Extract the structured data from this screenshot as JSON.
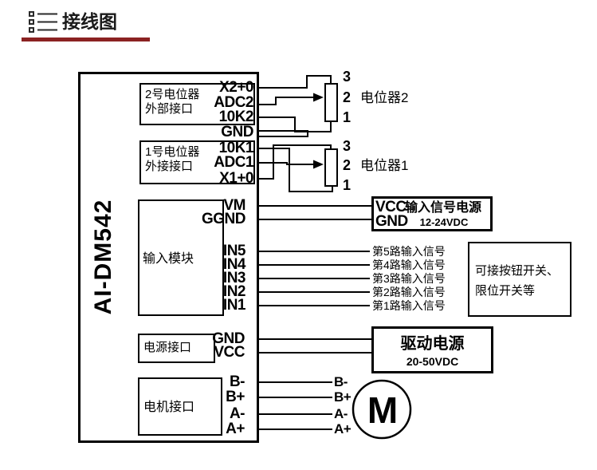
{
  "header": {
    "title": "接线图",
    "accent_color": "#8b2222",
    "icon": "list-icon"
  },
  "driver": {
    "model": "AI-DM542",
    "pot2_interface": {
      "line1": "2号电位器",
      "line2": "外部接口",
      "pins": [
        "X2+0",
        "ADC2",
        "10K2"
      ]
    },
    "gnd_pin": "GND",
    "pot1_interface": {
      "line1": "1号电位器",
      "line2": "外接接口",
      "pins": [
        "10K1",
        "ADC1",
        "X1+0"
      ]
    },
    "input_module": {
      "label": "输入模块",
      "pins": [
        "VM",
        "GGND",
        "IN5",
        "IN4",
        "IN3",
        "IN2",
        "IN1"
      ]
    },
    "power_interface": {
      "label": "电源接口",
      "pins": [
        "GND",
        "VCC"
      ]
    },
    "motor_interface": {
      "label": "电机接口",
      "pins": [
        "B-",
        "B+",
        "A-",
        "A+"
      ]
    }
  },
  "pot2": {
    "terminals": [
      "3",
      "2",
      "1"
    ],
    "label": "电位器2"
  },
  "pot1": {
    "terminals": [
      "3",
      "2",
      "1"
    ],
    "label": "电位器1"
  },
  "signal_power": {
    "pin_top": "VCC",
    "pin_bottom": "GND",
    "title": "输入信号电源",
    "voltage": "12-24VDC"
  },
  "input_signals": [
    "第5路输入信号",
    "第4路输入信号",
    "第3路输入信号",
    "第2路输入信号",
    "第1路输入信号"
  ],
  "switch_note": {
    "line1": "可接按钮开关、",
    "line2": "限位开关等"
  },
  "drive_power": {
    "title": "驱动电源",
    "voltage": "20-50VDC"
  },
  "motor": {
    "wire_labels": [
      "B-",
      "B+",
      "A-",
      "A+"
    ],
    "symbol": "M"
  }
}
